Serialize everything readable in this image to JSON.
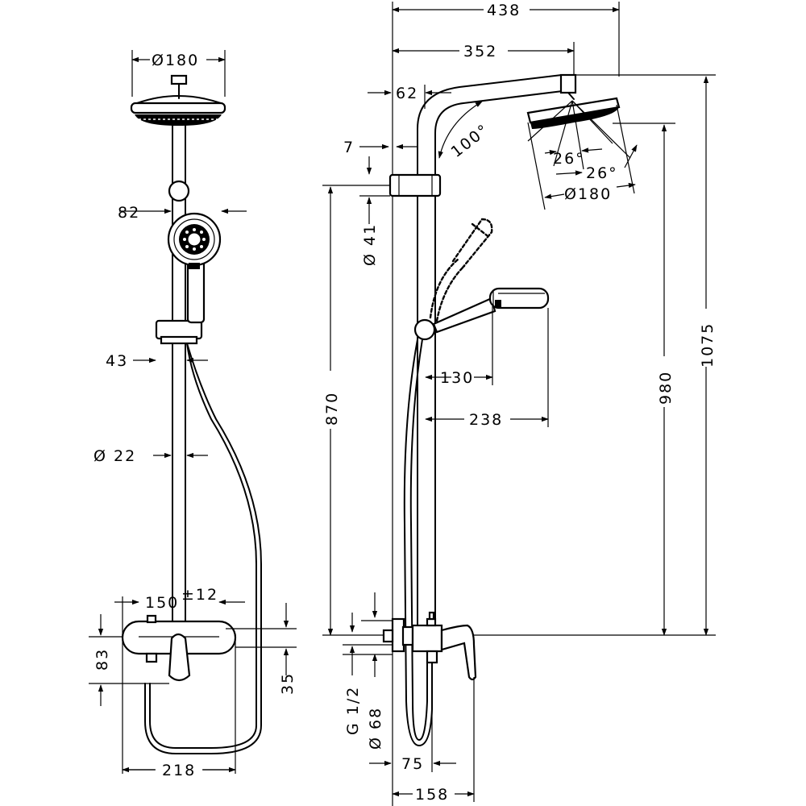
{
  "front_view": {
    "head_diameter": "Ø180",
    "handshower_offset": "82",
    "holder_offset": "43",
    "pipe_diameter": "Ø 22",
    "mixer_centres": "150",
    "mixer_centres_tolerance": "±12",
    "mixer_height": "83",
    "mixer_depth": "35",
    "total_width": "218"
  },
  "side_view": {
    "overall_projection": "438",
    "arm_projection": "352",
    "wall_to_rail": "62",
    "bracket_offset": "7",
    "arm_angle": "100°",
    "spray_angle_left": "26°",
    "spray_angle_right": "26°",
    "head_diameter": "Ø180",
    "bracket_diameter": "Ø 41",
    "handshower_short": "130",
    "handshower_long": "238",
    "rail_height": "870",
    "head_height": "980",
    "total_height": "1075",
    "thread": "G 1/2",
    "wall_diameter": "Ø 68",
    "mixer_depth": "75",
    "mixer_projection": "158"
  }
}
